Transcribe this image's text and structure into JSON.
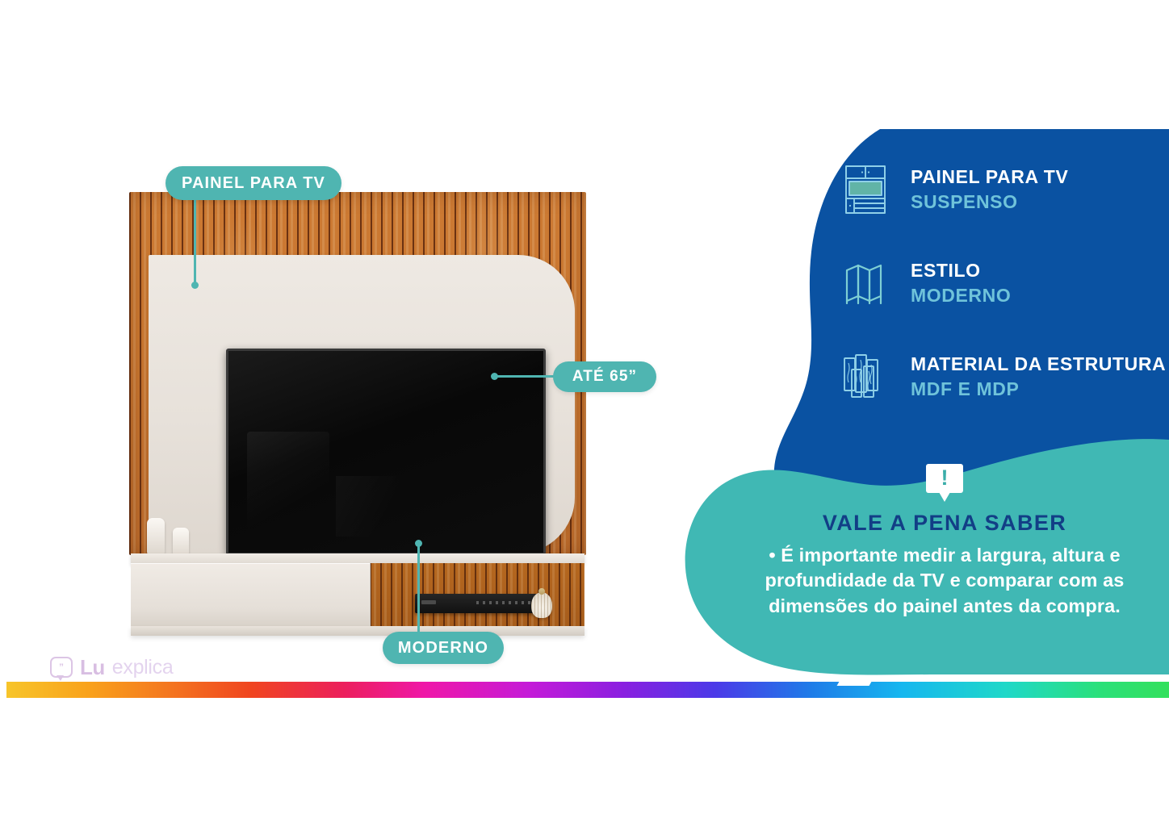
{
  "brand": {
    "logo_mark": "chat-bubble-quote-icon",
    "name_primary": "Lu",
    "name_secondary": "explica"
  },
  "colors": {
    "blue_blob": "#0a52a2",
    "teal_blob": "#40b8b4",
    "badge_teal": "#4fb5b1",
    "spec_value_blue": "#6fc3da",
    "tip_title_navy": "#123e86",
    "icon_stroke": "#8fd0e8",
    "icon_accent_green": "#7fd6a8"
  },
  "product": {
    "alt": "Painel para TV suspenso com ripado de madeira, TV de 65 polegadas, gaveta e nicho",
    "decor": {
      "vase_tall": "vase-icon",
      "vase_short": "vase-icon",
      "ornament": "decorative-ornament"
    },
    "device": "soundbar-device"
  },
  "callouts": [
    {
      "id": "painel",
      "label": "PAINEL PARA TV",
      "connector": "vertical-down"
    },
    {
      "id": "ate65",
      "label": "ATÉ 65”",
      "connector": "horizontal-left"
    },
    {
      "id": "moderno",
      "label": "MODERNO",
      "connector": "vertical-up"
    }
  ],
  "specs": [
    {
      "icon": "tv-panel-icon",
      "title": "PAINEL PARA TV",
      "value": "SUSPENSO"
    },
    {
      "icon": "folding-screen-icon",
      "title": "ESTILO",
      "value": "MODERNO"
    },
    {
      "icon": "wood-boards-icon",
      "title": "MATERIAL DA ESTRUTURA",
      "value": "MDF E MDP"
    }
  ],
  "tip": {
    "icon": "exclamation-bubble-icon",
    "bang": "!",
    "title": "VALE A PENA SABER",
    "body": "• É importante medir a largura, altura e profundidade da TV e comparar com as dimensões do painel antes da compra."
  }
}
